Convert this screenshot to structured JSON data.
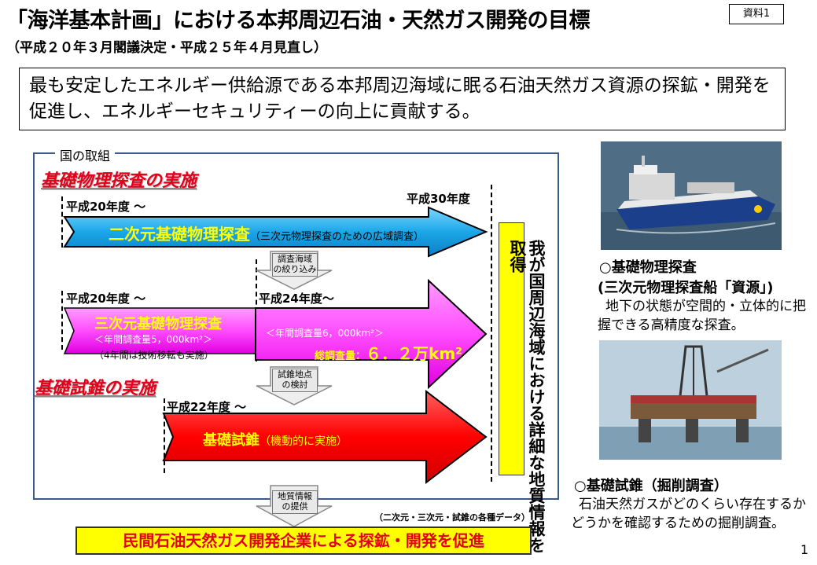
{
  "header": {
    "title": "「海洋基本計画」における本邦周辺石油・天然ガス開発の目標",
    "subtitle": "（平成２０年３月閣議決定・平成２５年４月見直し）",
    "doc_label": "資料1"
  },
  "objective": "最も安定したエネルギー供給源である本邦周辺海域に眠る石油天然ガス資源の探鉱・開発を促進し、エネルギーセキュリティーの向上に貢献する。",
  "diagram": {
    "frame_label": "国の取組",
    "section1_title": "基礎物理探査の実施",
    "section2_title": "基礎試錐の実施",
    "arrow1": {
      "start": "平成20年度 〜",
      "end": "平成30年度",
      "label": "二次元基礎物理探査",
      "label_note": "（三次元物理探査のための広域調査）"
    },
    "box1": [
      "調査海域",
      "の絞り込み"
    ],
    "arrow2": {
      "start": "平成20年度 〜",
      "label": "三次元基礎物理探査",
      "label_note": "＜年間調査量5，000km²＞",
      "sub_note": "（4年間は技術移転も実施）"
    },
    "arrow3": {
      "start": "平成24年度〜",
      "label_note": "＜年間調査量6，000km²＞",
      "total_label": "総調査量：",
      "total_value": "６．２万km²"
    },
    "box2": [
      "試錐地点",
      "の検討"
    ],
    "arrow4": {
      "start": "平成22年度 〜",
      "label": "基礎試錐",
      "label_note": "（機動的に実施）"
    },
    "right_text": "我が国周辺海域における詳細な地質情報を取得",
    "box3": [
      "地質情報",
      "の提供"
    ],
    "data_note": "（二次元・三次元・試錐の各種データ）",
    "bottom": "民間石油天然ガス開発企業による探鉱・開発を促進"
  },
  "panel": {
    "item1_title": "○基礎物理探査",
    "item1_sub": "(三次元物理探査船「資源」)",
    "item1_body": "地下の状態が空間的・立体的に把握できる高精度な探査。",
    "item2_title": "○基礎試錐（掘削調査）",
    "item2_body": "石油天然ガスがどのくらい存在するかどうかを確認するための掘削調査。"
  },
  "page_number": "1",
  "colors": {
    "accent_red": "#e3001b",
    "cyan": "#1aa7e8",
    "magenta": "#ff4cff",
    "red_arrow": "#ff0000",
    "yellow": "#ffff00"
  }
}
